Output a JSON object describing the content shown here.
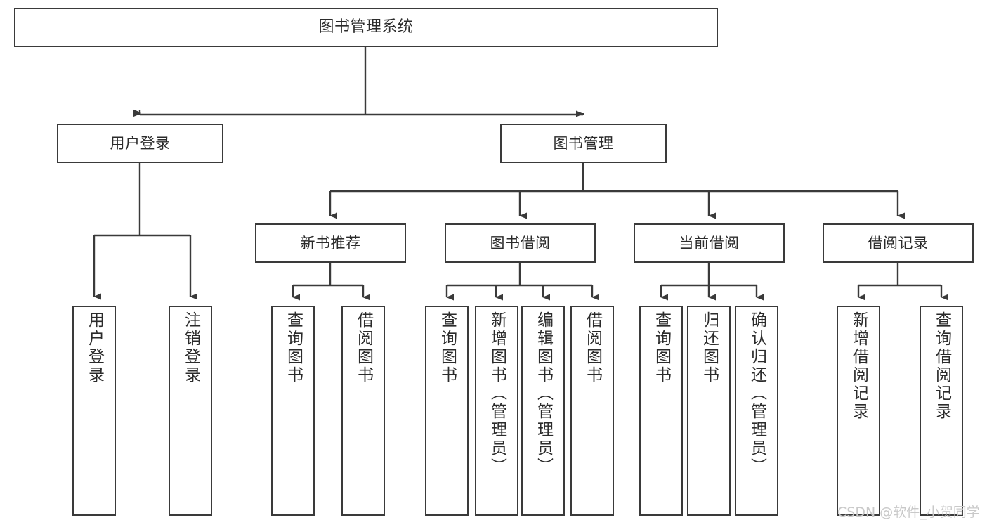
{
  "diagram": {
    "title": "图书管理系统",
    "type": "hierarchy-tree",
    "root": {
      "label": "图书管理系统"
    },
    "level2": [
      {
        "label": "用户登录"
      },
      {
        "label": "图书管理"
      }
    ],
    "level3": [
      {
        "label": "新书推荐"
      },
      {
        "label": "图书借阅"
      },
      {
        "label": "当前借阅"
      },
      {
        "label": "借阅记录"
      }
    ],
    "leaves": {
      "user_login": [
        {
          "label": "用户登录"
        },
        {
          "label": "注销登录"
        }
      ],
      "new_book_recommend": [
        {
          "label": "查询图书"
        },
        {
          "label": "借阅图书"
        }
      ],
      "book_borrow": [
        {
          "label": "查询图书"
        },
        {
          "label": "新增图书（管理员）"
        },
        {
          "label": "编辑图书（管理员）"
        },
        {
          "label": "借阅图书"
        }
      ],
      "current_borrow": [
        {
          "label": "查询图书"
        },
        {
          "label": "归还图书"
        },
        {
          "label": "确认归还（管理员）"
        }
      ],
      "borrow_record": [
        {
          "label": "新增借阅记录"
        },
        {
          "label": "查询借阅记录"
        }
      ]
    }
  },
  "colors": {
    "border": "#3a3a3a",
    "text": "#2b2b2b",
    "background": "#ffffff",
    "watermark": "#c9c9c9"
  },
  "watermark": {
    "text": "CSDN @软件_小贺同学"
  }
}
